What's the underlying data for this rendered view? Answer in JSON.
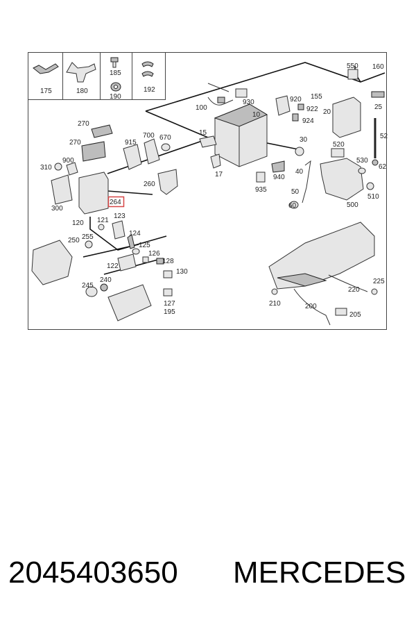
{
  "diagram": {
    "highlight": "264",
    "labels": {
      "l175": "175",
      "l180": "180",
      "l185": "185",
      "l190": "190",
      "l192": "192",
      "l550": "550",
      "l160": "160",
      "l155": "155",
      "l25": "25",
      "l930": "930",
      "l100": "100",
      "l10": "10",
      "l920": "920",
      "l922": "922",
      "l924": "924",
      "l20": "20",
      "l52": "52",
      "l270a": "270",
      "l270b": "270",
      "l915": "915",
      "l700": "700",
      "l670": "670",
      "l15": "15",
      "l17": "17",
      "l935": "935",
      "l940": "940",
      "l30": "30",
      "l40": "40",
      "l50": "50",
      "l60": "60",
      "l520": "520",
      "l530": "530",
      "l62": "62",
      "l510": "510",
      "l500": "500",
      "l310": "310",
      "l900": "900",
      "l300": "300",
      "l260": "260",
      "l264": "264",
      "l120": "120",
      "l121": "121",
      "l123": "123",
      "l124": "124",
      "l125": "125",
      "l126": "126",
      "l128": "128",
      "l130": "130",
      "l250": "250",
      "l255": "255",
      "l122": "122",
      "l245": "245",
      "l240": "240",
      "l127": "127",
      "l195": "195",
      "l210": "210",
      "l200": "200",
      "l220": "220",
      "l225": "225",
      "l205": "205"
    }
  },
  "caption": {
    "part_number": "2045403650",
    "brand": "MERCEDES"
  }
}
